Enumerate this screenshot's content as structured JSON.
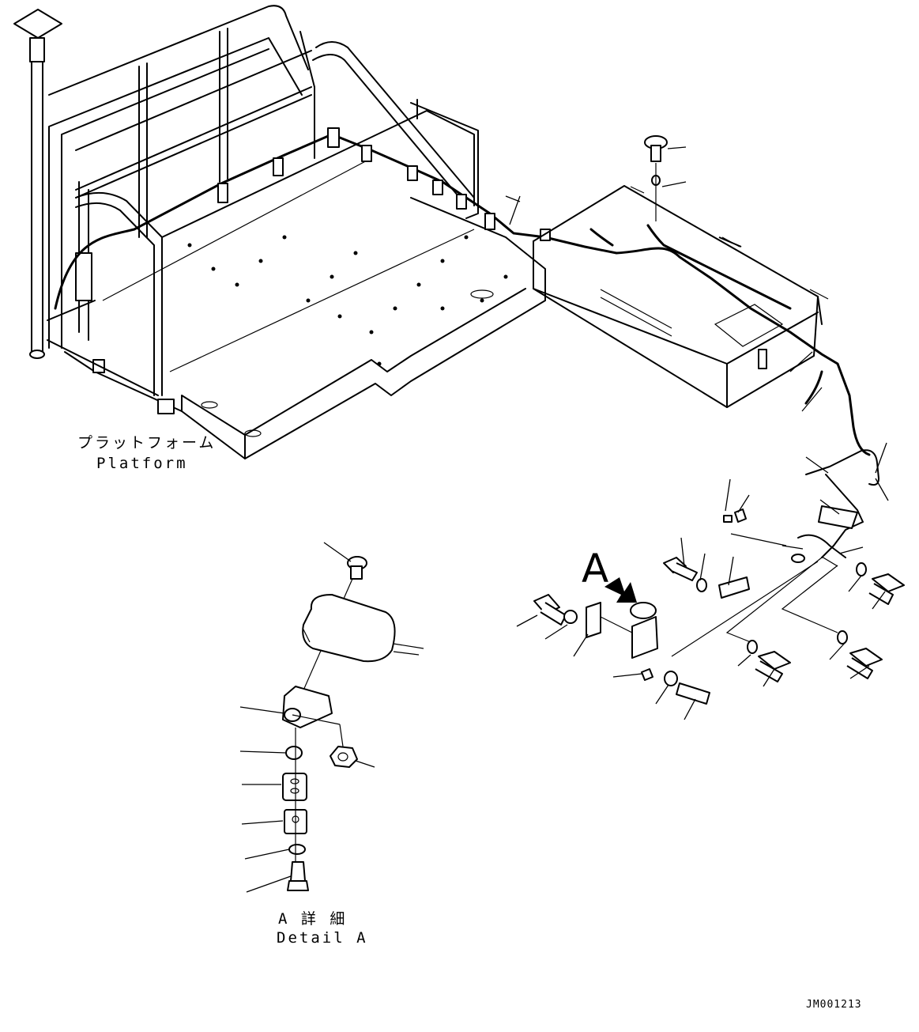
{
  "labels": {
    "platform_jp": "プラットフォーム",
    "platform_en": "Platform",
    "detail_jp": "A 詳 細",
    "detail_en": "Detail A",
    "view_marker": "A",
    "drawing_code": "JM001213"
  }
}
